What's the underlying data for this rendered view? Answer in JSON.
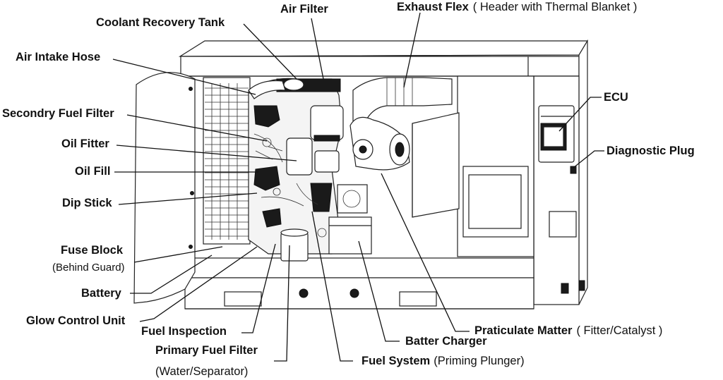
{
  "labels": {
    "coolant_recovery_tank": "Coolant Recovery Tank",
    "air_filter": "Air Filter",
    "exhaust_flex": "Exhaust Flex",
    "exhaust_flex_note": "( Header with Thermal Blanket )",
    "air_intake_hose": "Air Intake Hose",
    "secondary_fuel_filter": "Secondry Fuel Filter",
    "oil_fitter": "Oil Fitter",
    "oil_fill": "Oil Fill",
    "dip_stick": "Dip Stick",
    "fuse_block": "Fuse Block",
    "fuse_block_note": "(Behind Guard)",
    "battery": "Battery",
    "glow_control_unit": "Glow Control Unit",
    "fuel_inspection": "Fuel Inspection",
    "primary_fuel_filter": "Primary Fuel Filter",
    "primary_fuel_filter_note": "(Water/Separator)",
    "fuel_system": "Fuel System",
    "fuel_system_note": "(Priming Plunger)",
    "batter_charger": "Batter Charger",
    "particulate_matter": "Praticulate Matter",
    "particulate_matter_note": "( Fitter/Catalyst )",
    "ecu": "ECU",
    "diagnostic_plug": "Diagnostic Plug"
  }
}
